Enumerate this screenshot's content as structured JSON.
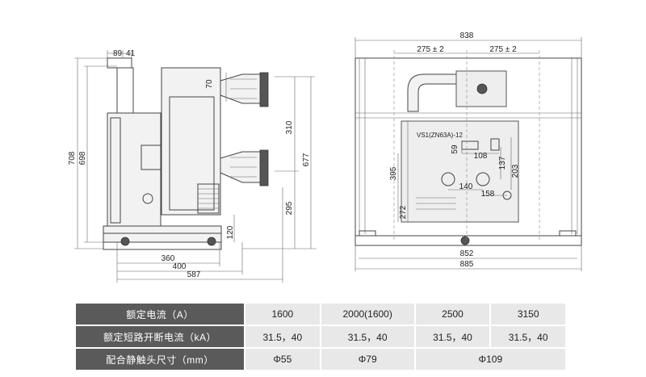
{
  "drawing": {
    "side_view": {
      "dims": {
        "d89": "89",
        "d41": "41",
        "d708": "708",
        "d698": "698",
        "d70": "70",
        "d310": "310",
        "d677": "677",
        "d295": "295",
        "d120": "120",
        "d360": "360",
        "d400": "400",
        "d587": "587"
      }
    },
    "front_view": {
      "model_label": "VS1(ZN63A)-12",
      "dims": {
        "d838": "838",
        "d275a": "275 ± 2",
        "d275b": "275 ± 2",
        "d59": "59",
        "d108": "108",
        "d137": "137",
        "d203": "203",
        "d395": "395",
        "d140": "140",
        "d158": "158",
        "d272": "272",
        "d852": "852",
        "d885": "885"
      }
    }
  },
  "spec_table": {
    "rows": [
      {
        "label": "额定电流（A）",
        "values": [
          "1600",
          "2000(1600)",
          "2500",
          "3150"
        ]
      },
      {
        "label": "额定短路开断电流（kA）",
        "values": [
          "31.5，40",
          "31.5，40",
          "31.5，40",
          "31.5，40"
        ]
      },
      {
        "label": "配合静触头尺寸（mm）",
        "values": [
          "Φ55",
          "Φ79",
          "Φ109"
        ]
      }
    ]
  }
}
